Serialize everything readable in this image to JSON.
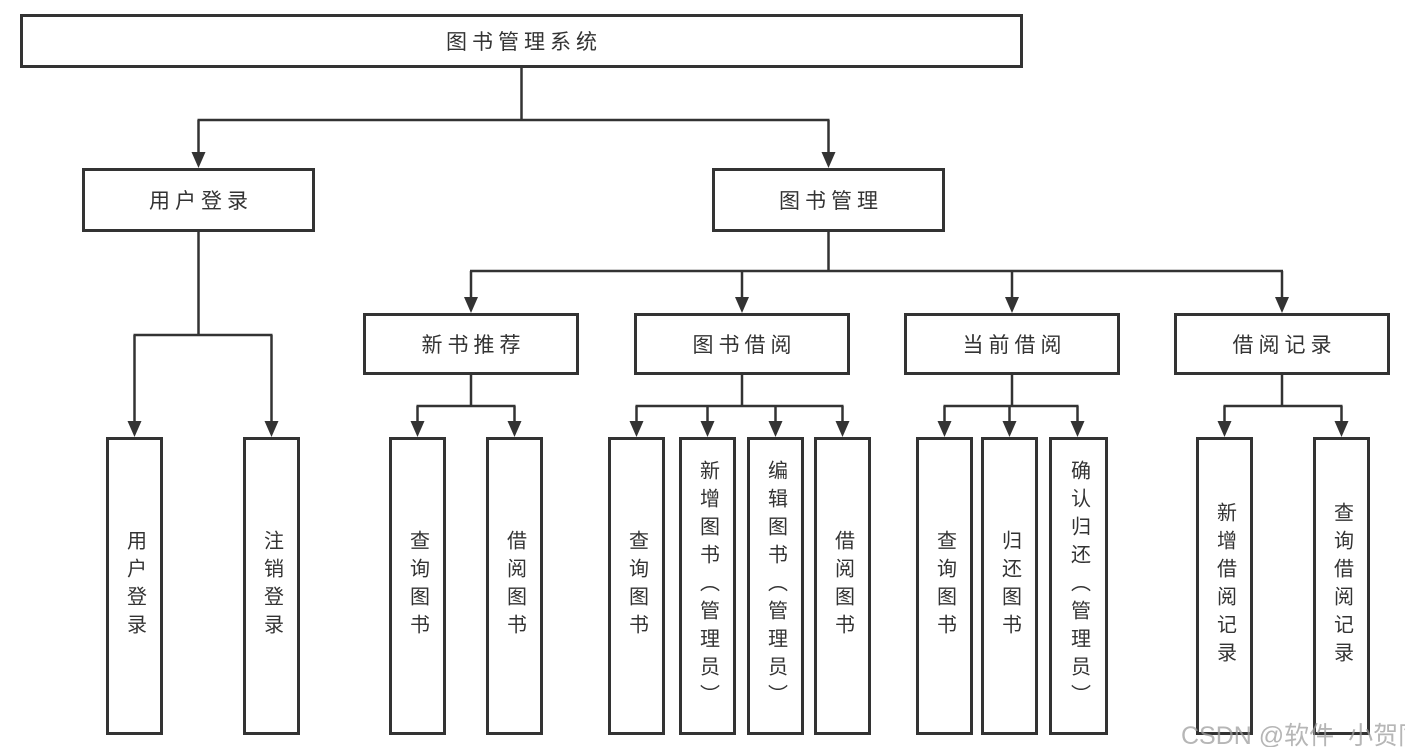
{
  "diagram": {
    "root": {
      "label": "图书管理系统"
    },
    "branches": [
      {
        "label": "用户登录",
        "children": [
          "用户登录",
          "注销登录"
        ]
      },
      {
        "label": "图书管理",
        "sections": [
          {
            "label": "新书推荐",
            "children": [
              "查询图书",
              "借阅图书"
            ]
          },
          {
            "label": "图书借阅",
            "children": [
              "查询图书",
              "新增图书（管理员）",
              "编辑图书（管理员）",
              "借阅图书"
            ]
          },
          {
            "label": "当前借阅",
            "children": [
              "查询图书",
              "归还图书",
              "确认归还（管理员）"
            ]
          },
          {
            "label": "借阅记录",
            "children": [
              "新增借阅记录",
              "查询借阅记录"
            ]
          }
        ]
      }
    ]
  },
  "watermark": {
    "text": "CSDN @软件_小贺同学"
  },
  "colors": {
    "line": "#333333",
    "box_border": "#333333",
    "text": "#333333",
    "background": "#ffffff",
    "watermark_text": "#9e9e9e"
  }
}
